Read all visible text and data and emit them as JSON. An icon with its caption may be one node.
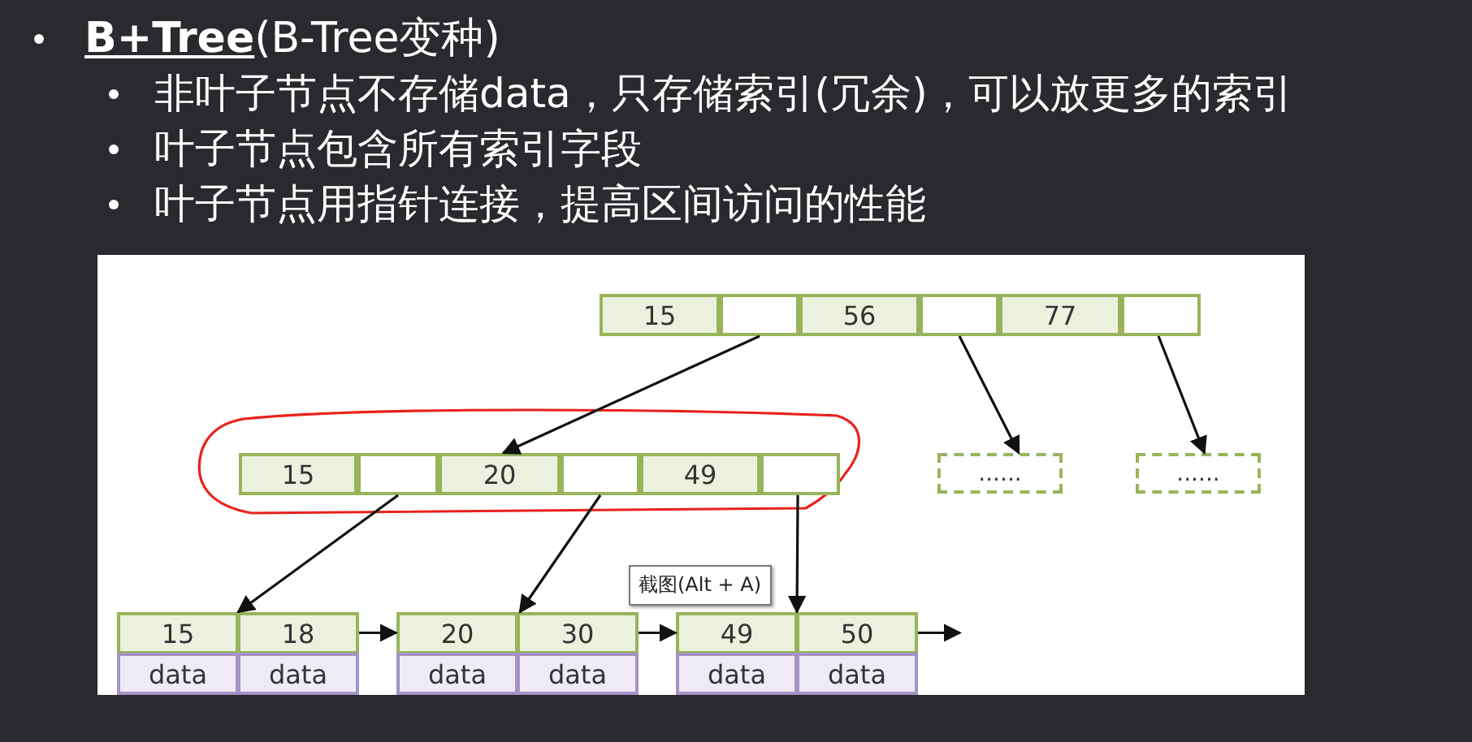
{
  "diagram": {
    "title": "**B+Tree**(B-Tree变种)",
    "nodes": [
      {
        "text": [
          "15"
        ]
      },
      {
        "text": [],
        "shape": "box"
      },
      {
        "text": [
          "56"
        ]
      },
      {
        "text": [],
        "shape": "box"
      },
      {
        "text": [
          "77"
        ]
      },
      {
        "text": [],
        "shape": "box"
      },
      {
        "text": [
          "15"
        ]
      },
      {
        "text": [],
        "shape": "box"
      },
      {
        "text": [
          "20"
        ]
      },
      {
        "text": [],
        "shape": "box"
      },
      {
        "text": [
          "49"
        ]
      },
      {
        "text": [],
        "shape": "box"
      },
      {
        "text": [
          "......"
        ]
      },
      {
        "text": [
          "......"
        ]
      },
      {
        "text": [],
        "shape": "box"
      },
      {
        "text": [
          "15"
        ],
        "in": 14
      },
      {
        "text": [
          "18"
        ],
        "in": 14
      },
      {
        "text": [
          "data"
        ],
        "in": 14
      },
      {
        "text": [
          "data"
        ],
        "in": 14
      },
      {
        "text": [],
        "shape": "box"
      },
      {
        "text": [
          "20"
        ],
        "in": 19
      },
      {
        "text": [
          "30"
        ],
        "in": 19
      },
      {
        "text": [
          "data"
        ],
        "in": 19
      },
      {
        "text": [
          "data"
        ],
        "in": 19
      },
      {
        "text": [],
        "shape": "box"
      },
      {
        "text": [
          "49"
        ],
        "in": 24
      },
      {
        "text": [
          "50"
        ],
        "in": 24
      },
      {
        "text": [
          "data"
        ],
        "in": 24
      },
      {
        "text": [
          "data"
        ],
        "in": 24
      }
    ],
    "edges": [
      {
        "from": 1,
        "to": 8,
        "arrow": "to"
      },
      {
        "from": 3,
        "to": 12,
        "arrow": "to"
      },
      {
        "from": 5,
        "to": 13,
        "arrow": "to"
      },
      {
        "from": 7,
        "to": 14,
        "arrow": "to"
      },
      {
        "from": 9,
        "to": 19,
        "arrow": "to"
      },
      {
        "from": 11,
        "to": 24,
        "arrow": "to"
      },
      {
        "from": 14,
        "to": 19,
        "arrow": "to"
      },
      {
        "from": 19,
        "to": 24,
        "arrow": "to"
      },
      {
        "from": 24,
        "to": null,
        "arrow": "to"
      }
    ],
    "labels": [
      "非叶子节点不存储data，只存储索引(冗余)，可以放更多的索引",
      "叶子节点包含所有索引字段",
      "叶子节点用指针连接，提高区间访问的性能",
      "截图(Alt + A)"
    ]
  }
}
